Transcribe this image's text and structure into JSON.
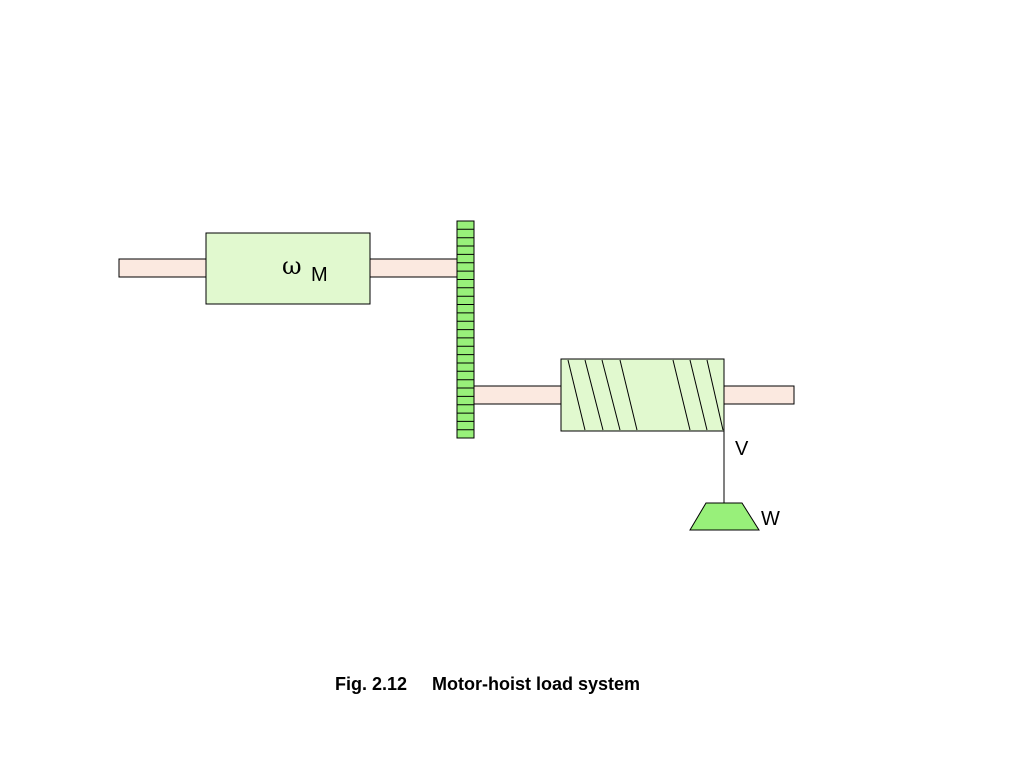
{
  "labels": {
    "motor_speed_symbol": "ω",
    "motor_speed_subscript": "M",
    "rope_speed": "V",
    "load_weight": "W"
  },
  "caption": {
    "figure_number": "Fig. 2.12",
    "title": "Motor-hoist load system"
  },
  "colors": {
    "shaft_fill": "#fbe9e0",
    "motor_fill": "#e1f9cf",
    "drum_fill": "#e1f9cf",
    "gear_fill": "#98f07a",
    "weight_fill": "#98f07a",
    "outline": "#000000"
  }
}
